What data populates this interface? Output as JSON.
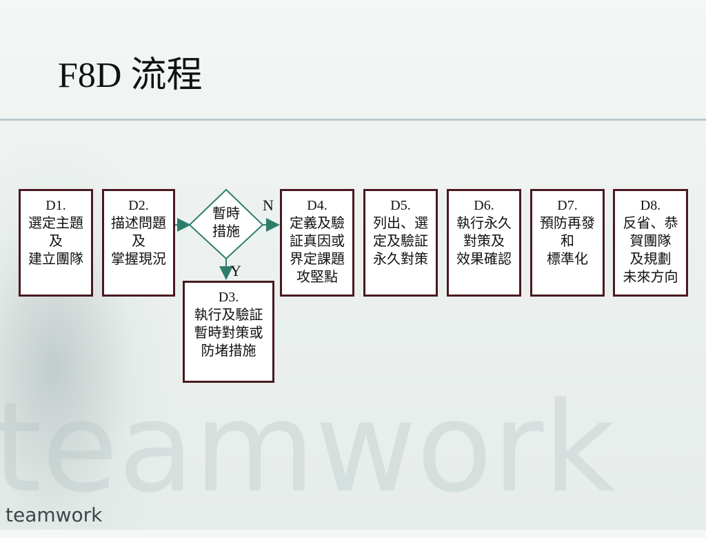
{
  "slide": {
    "title": "F8D 流程",
    "watermark": "teamwork",
    "logo": "teamwork"
  },
  "flow": {
    "d1": [
      "D1.",
      "選定主題",
      "及",
      "建立團隊"
    ],
    "d2": [
      "D2.",
      "描述問題",
      "及",
      "掌握現況"
    ],
    "decision": [
      "暫時",
      "措施"
    ],
    "no_label": "N",
    "yes_label": "Y",
    "d3": [
      "D3.",
      "執行及驗証",
      "暫時對策或",
      "防堵措施"
    ],
    "d4": [
      "D4.",
      "定義及驗",
      "証真因或",
      "界定課題",
      "攻堅點"
    ],
    "d5": [
      "D5.",
      "列出、選",
      "定及驗証",
      "永久對策"
    ],
    "d6": [
      "D6.",
      "執行永久",
      "對策及",
      "效果確認"
    ],
    "d7": [
      "D7.",
      "預防再發",
      "和",
      "標準化"
    ],
    "d8": [
      "D8.",
      "反省、恭",
      "賀團隊",
      "及規劃",
      "未來方向"
    ]
  },
  "colors": {
    "box_border": "#4a1820",
    "line": "#2e7d6b"
  }
}
